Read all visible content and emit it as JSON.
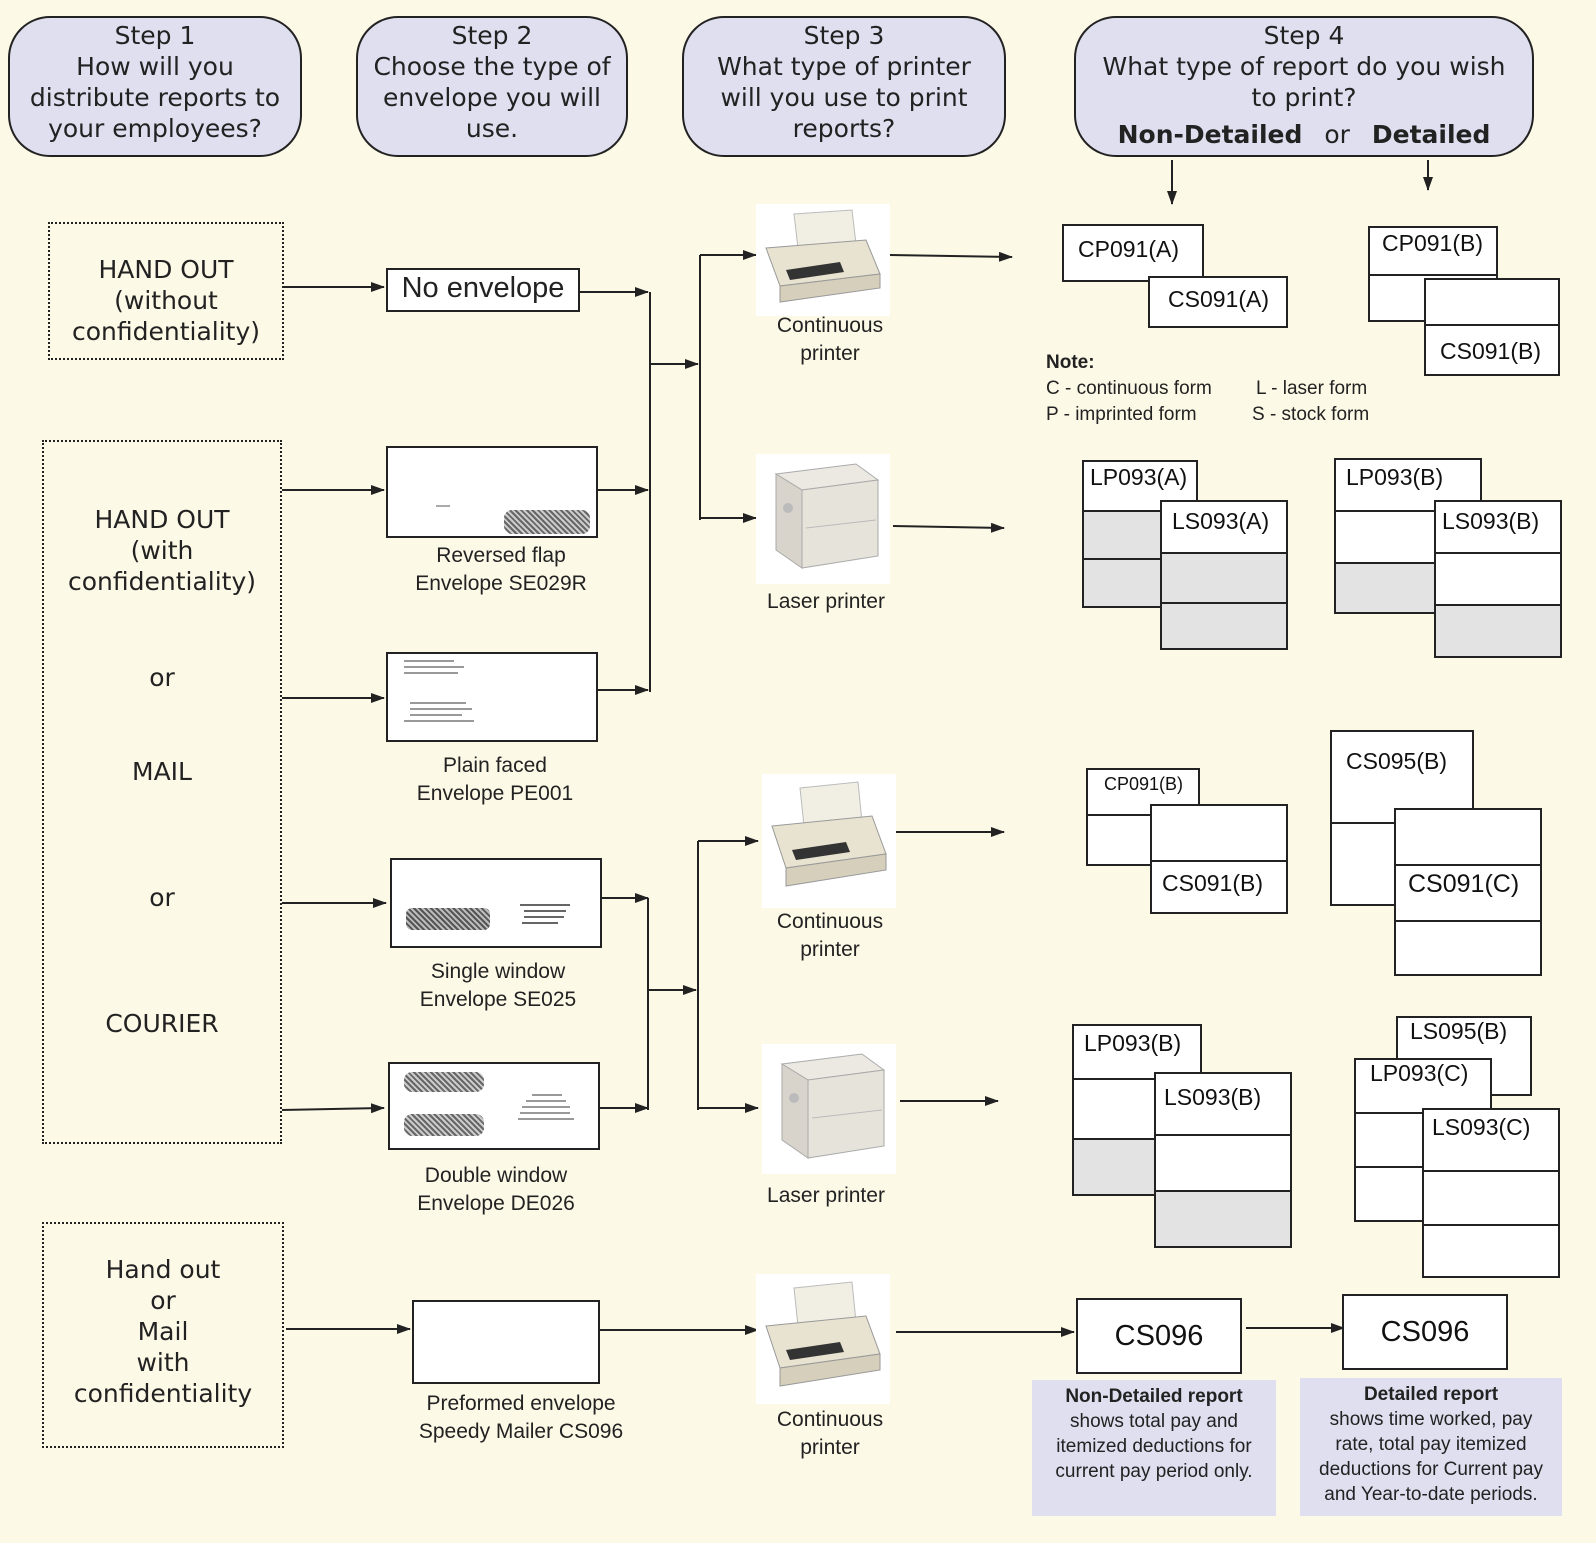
{
  "steps": [
    {
      "title": "Step 1",
      "lines": [
        "How will you",
        "distribute reports to",
        "your employees?"
      ]
    },
    {
      "title": "Step 2",
      "lines": [
        "Choose the type of",
        "envelope you will",
        "use."
      ]
    },
    {
      "title": "Step 3",
      "lines": [
        "What type of printer",
        "will you use to print",
        "reports?"
      ]
    },
    {
      "title": "Step 4",
      "lines": [
        "What type of report do you wish",
        "to print?"
      ],
      "opt1": "Non-Detailed",
      "or": "or",
      "opt2": "Detailed"
    }
  ],
  "distribution": {
    "box1": [
      "HAND OUT",
      "(without",
      "confidentiality)"
    ],
    "box2": [
      "HAND OUT",
      "(with",
      "confidentiality)"
    ],
    "or1": "or",
    "mail": "MAIL",
    "or2": "or",
    "courier": "COURIER",
    "box3": [
      "Hand out",
      "or",
      "Mail",
      "with",
      "confidentiality"
    ]
  },
  "envelopes": {
    "no_envelope": "No envelope",
    "se029r": [
      "Reversed flap",
      "Envelope SE029R"
    ],
    "pe001": [
      "Plain faced",
      "Envelope PE001"
    ],
    "se025": [
      "Single window",
      "Envelope SE025"
    ],
    "de026": [
      "Double window",
      "Envelope DE026"
    ],
    "cs096": [
      "Preformed envelope",
      "Speedy Mailer CS096"
    ]
  },
  "printers": {
    "continuous": [
      "Continuous",
      "printer"
    ],
    "laser": "Laser printer"
  },
  "forms": {
    "cp091a": "CP091(A)",
    "cs091a": "CS091(A)",
    "cp091b": "CP091(B)",
    "cs091b": "CS091(B)",
    "lp093a": "LP093(A)",
    "ls093a": "LS093(A)",
    "lp093b": "LP093(B)",
    "ls093b": "LS093(B)",
    "cs095b": "CS095(B)",
    "cs091c": "CS091(C)",
    "ls095b": "LS095(B)",
    "lp093c": "LP093(C)",
    "ls093c": "LS093(C)",
    "cs096": "CS096"
  },
  "note": {
    "title": "Note:",
    "c": "C - continuous form",
    "l": "L - laser form",
    "p": "P - imprinted form",
    "s": "S - stock form"
  },
  "reports": {
    "nondetailed": {
      "title": "Non-Detailed report",
      "lines": [
        "shows total pay and",
        "itemized deductions for",
        "current pay period only."
      ]
    },
    "detailed": {
      "title": "Detailed report",
      "lines": [
        "shows time worked, pay",
        "rate, total pay itemized",
        "deductions for Current pay",
        "and Year-to-date periods."
      ]
    }
  }
}
